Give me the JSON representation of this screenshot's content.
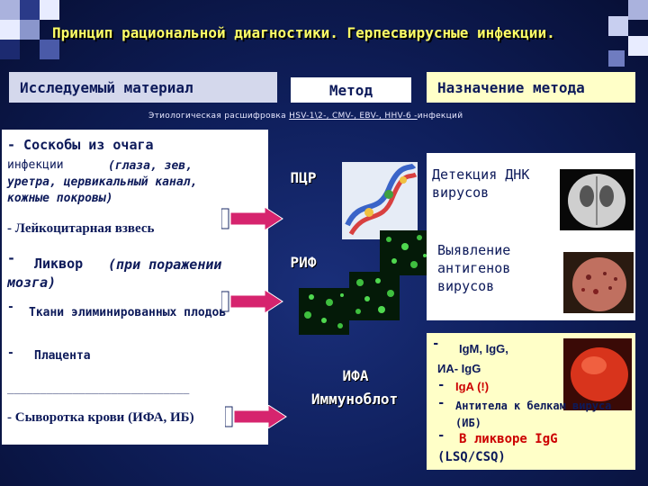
{
  "title": "Принцип рациональной диагностики. Герпесвирусные инфекции.",
  "headers": {
    "material": "Исследуемый материал",
    "method": "Метод",
    "purpose": "Назначение метода"
  },
  "etiology": {
    "prefix": "Этиологическая расшифровка ",
    "underlined": "HSV-1\\2-, CMV-, EBV-, HHV-6 -",
    "suffix": "инфекций"
  },
  "materials": {
    "scrapings_head": "-   Соскобы из   очага",
    "scrapings_mid": "инфекции",
    "scrapings_italic": "(глаза, зев, уретра, цервикальный канал, кожные покровы)",
    "leukocyte": "- Лейкоцитарная взвесь",
    "csf_dash": "-",
    "csf": "Ликвор",
    "csf_italic": "(при поражении мозга)",
    "tissues_dash": "-",
    "tissues": "Ткани элиминированных плодов",
    "placenta_dash": "-",
    "placenta": "Плацента",
    "separator": "____________________________",
    "serum": "- Сыворотка крови (ИФА, ИБ)"
  },
  "methods": {
    "pcr": "ПЦР",
    "rif": "РИФ",
    "ifa": "ИФА",
    "immunoblot": "Иммуноблот"
  },
  "purposes": {
    "dna_detection": "Детекция ДНК вирусов",
    "antigen_detection": "Выявление антигенов вирусов"
  },
  "ifa_box": {
    "line1": "IgM, IgG,",
    "line2": "ИА- IgG",
    "line3": "IgA (!)",
    "line4": "Антитела к белкам вируса (ИБ)",
    "line5": "В ликворе IgG",
    "line6": "(LSQ/CSQ)"
  },
  "colors": {
    "title": "#ffff66",
    "dark_text": "#0d1a5a",
    "red_text": "#cc0000",
    "arrow_fill": "#d6246e"
  }
}
